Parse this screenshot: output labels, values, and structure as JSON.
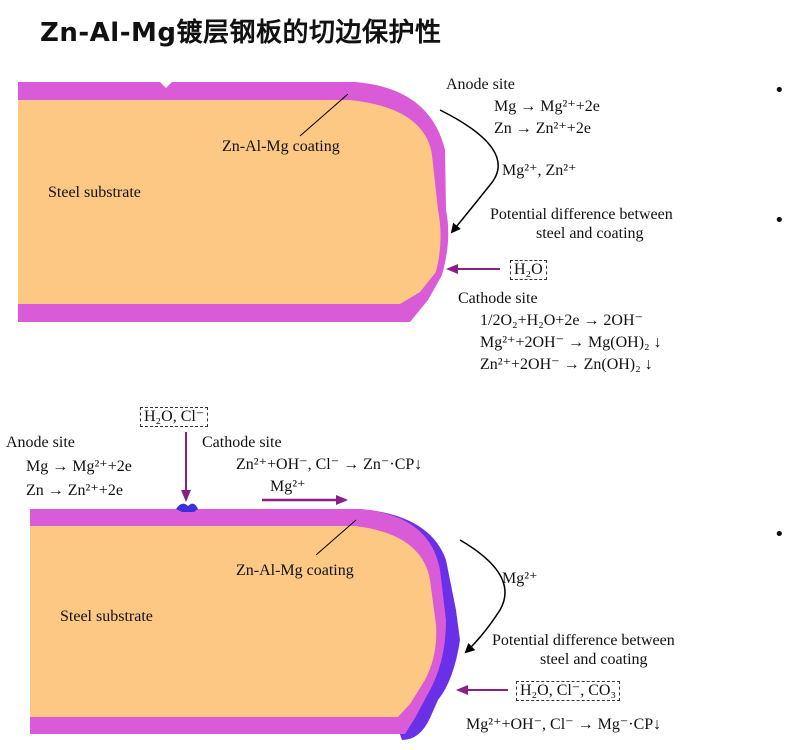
{
  "title": "Zn-Al-Mg镀层钢板的切边保护性",
  "colors": {
    "steel": "#fcc883",
    "coating": "#d95bd7",
    "corrosion_product": "#6a30e8",
    "arrow": "#8a1f8a"
  },
  "top": {
    "anode_title": "Anode site",
    "anode_eq1": "Mg → Mg²⁺+2e",
    "anode_eq2": "Zn → Zn²⁺+2e",
    "coating_label": "Zn-Al-Mg coating",
    "substrate_label": "Steel substrate",
    "ions_label": "Mg²⁺, Zn²⁺",
    "potential_line1": "Potential difference between",
    "potential_line2": "steel and coating",
    "water_box": "H₂O",
    "cathode_title": "Cathode site",
    "cathode_eq1": "1/2O₂+H₂O+2e → 2OH⁻",
    "cathode_eq2": "Mg²⁺+2OH⁻ → Mg(OH)₂ ↓",
    "cathode_eq3": "Zn²⁺+2OH⁻ → Zn(OH)₂ ↓"
  },
  "bottom": {
    "env_box": "H₂O, Cl⁻",
    "anode_title": "Anode site",
    "anode_eq1": "Mg → Mg²⁺+2e",
    "anode_eq2": "Zn → Zn²⁺+2e",
    "cathode_title": "Cathode site",
    "cathode_eq1": "Zn²⁺+OH⁻, Cl⁻ → Zn⁻·CP↓",
    "mg_ion_arrow_label": "Mg²⁺",
    "coating_label": "Zn-Al-Mg coating",
    "substrate_label": "Steel substrate",
    "mg_ion_label": "Mg²⁺",
    "potential_line1": "Potential difference between",
    "potential_line2": "steel and coating",
    "env_box2": "H₂O, Cl⁻, CO₃",
    "product_eq": "Mg²⁺+OH⁻, Cl⁻ → Mg⁻·CP↓"
  },
  "bullets": [
    "•",
    "•",
    "•"
  ]
}
